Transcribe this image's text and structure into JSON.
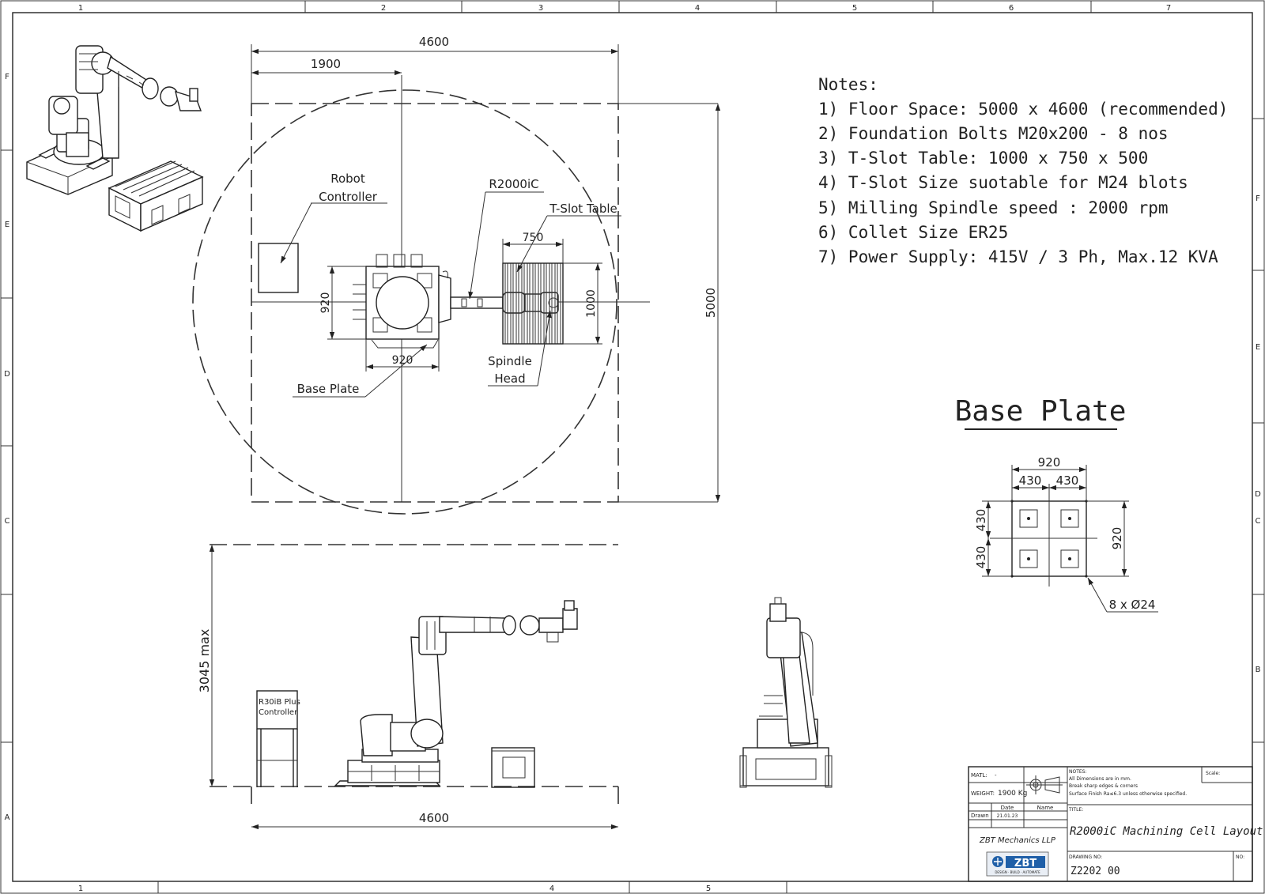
{
  "frame": {
    "top_zones": [
      "1",
      "2",
      "3",
      "4",
      "5",
      "6",
      "7"
    ],
    "bottom_zones": [
      "1",
      "4",
      "5"
    ],
    "left_zones": [
      "F",
      "E",
      "D",
      "C",
      "A"
    ],
    "right_zones": [
      "F",
      "E",
      "D",
      "C",
      "B"
    ]
  },
  "plan_view": {
    "dim_overall_width": "4600",
    "dim_robot_offset": "1900",
    "dim_overall_depth": "5000",
    "dim_robot_base_v": "920",
    "dim_robot_base_h": "920",
    "dim_table_width": "750",
    "dim_table_length": "1000",
    "label_robot_controller_1": "Robot",
    "label_robot_controller_2": "Controller",
    "label_robot": "R2000iC",
    "label_tslot_table": "T-Slot Table",
    "label_spindle_1": "Spindle",
    "label_spindle_2": "Head",
    "label_base_plate": "Base Plate"
  },
  "elevation_view": {
    "dim_height": "3045 max",
    "dim_width": "4600",
    "controller_label_1": "R30iB Plus",
    "controller_label_2": "Controller"
  },
  "notes": {
    "heading": "Notes:",
    "items": [
      "1) Floor Space: 5000 x 4600 (recommended)",
      "2) Foundation Bolts M20x200 - 8 nos",
      "3) T-Slot Table: 1000 x 750 x 500",
      "4) T-Slot Size suotable for M24 blots",
      "5) Milling Spindle speed : 2000 rpm",
      "6) Collet Size ER25",
      "7) Power Supply: 415V / 3 Ph, Max.12 KVA"
    ]
  },
  "base_plate_detail": {
    "title": "Base Plate",
    "dim_overall_h": "920",
    "dim_half_left": "430",
    "dim_half_right": "430",
    "dim_half_top_v": "430",
    "dim_half_bottom_v": "430",
    "dim_overall_v": "920",
    "holes_callout": "8 x Ø24"
  },
  "title_block": {
    "matl_label": "MATL:",
    "matl_value": "-",
    "weight_label": "WEIGHT:",
    "weight_value": "1900 Kg",
    "date_col": "Date",
    "name_col": "Name",
    "drawn_label": "Drawn",
    "drawn_date": "21.01.23",
    "notes_label": "NOTES:",
    "notes_line1": "All Dimensions are in mm.",
    "notes_line2": "Break sharp edges & corners",
    "notes_line3": "Surface Finish Ra≤6.3 unless otherwise specified.",
    "scale_label": "Scale:",
    "title_label": "TITLE:",
    "title_value": "R2000iC Machining Cell Layout",
    "company": "ZBT Mechanics LLP",
    "logo_text": "ZBT",
    "logo_tagline": "DESIGN · BUILD · AUTOMATE",
    "drawing_no_label": "DRAWING NO:",
    "drawing_no_value": "Z2202 00",
    "no_label": "NO:"
  }
}
